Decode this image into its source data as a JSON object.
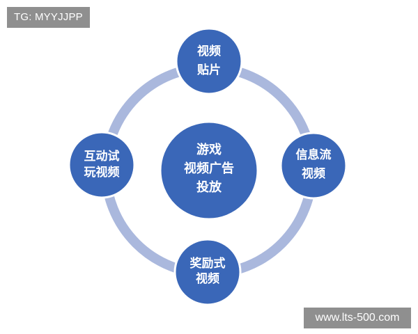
{
  "top_tag": {
    "text": "TG: MYYJJPP"
  },
  "diagram": {
    "center": {
      "lines": [
        "游戏",
        "视频广告",
        "投放"
      ]
    },
    "nodes": [
      {
        "id": "top",
        "lines": [
          "视频",
          "贴片"
        ]
      },
      {
        "id": "right",
        "lines": [
          "信息流",
          "视频"
        ]
      },
      {
        "id": "bottom",
        "lines": [
          "奖励式",
          "视频"
        ]
      },
      {
        "id": "left",
        "lines": [
          "互动试",
          "玩视频"
        ]
      }
    ]
  },
  "footer": {
    "url": "www.lts-500.com"
  },
  "colors": {
    "node_fill": "#3a67b8",
    "ring": "#aab8dd",
    "label_bg": "#8f8f8f",
    "text": "#ffffff"
  }
}
